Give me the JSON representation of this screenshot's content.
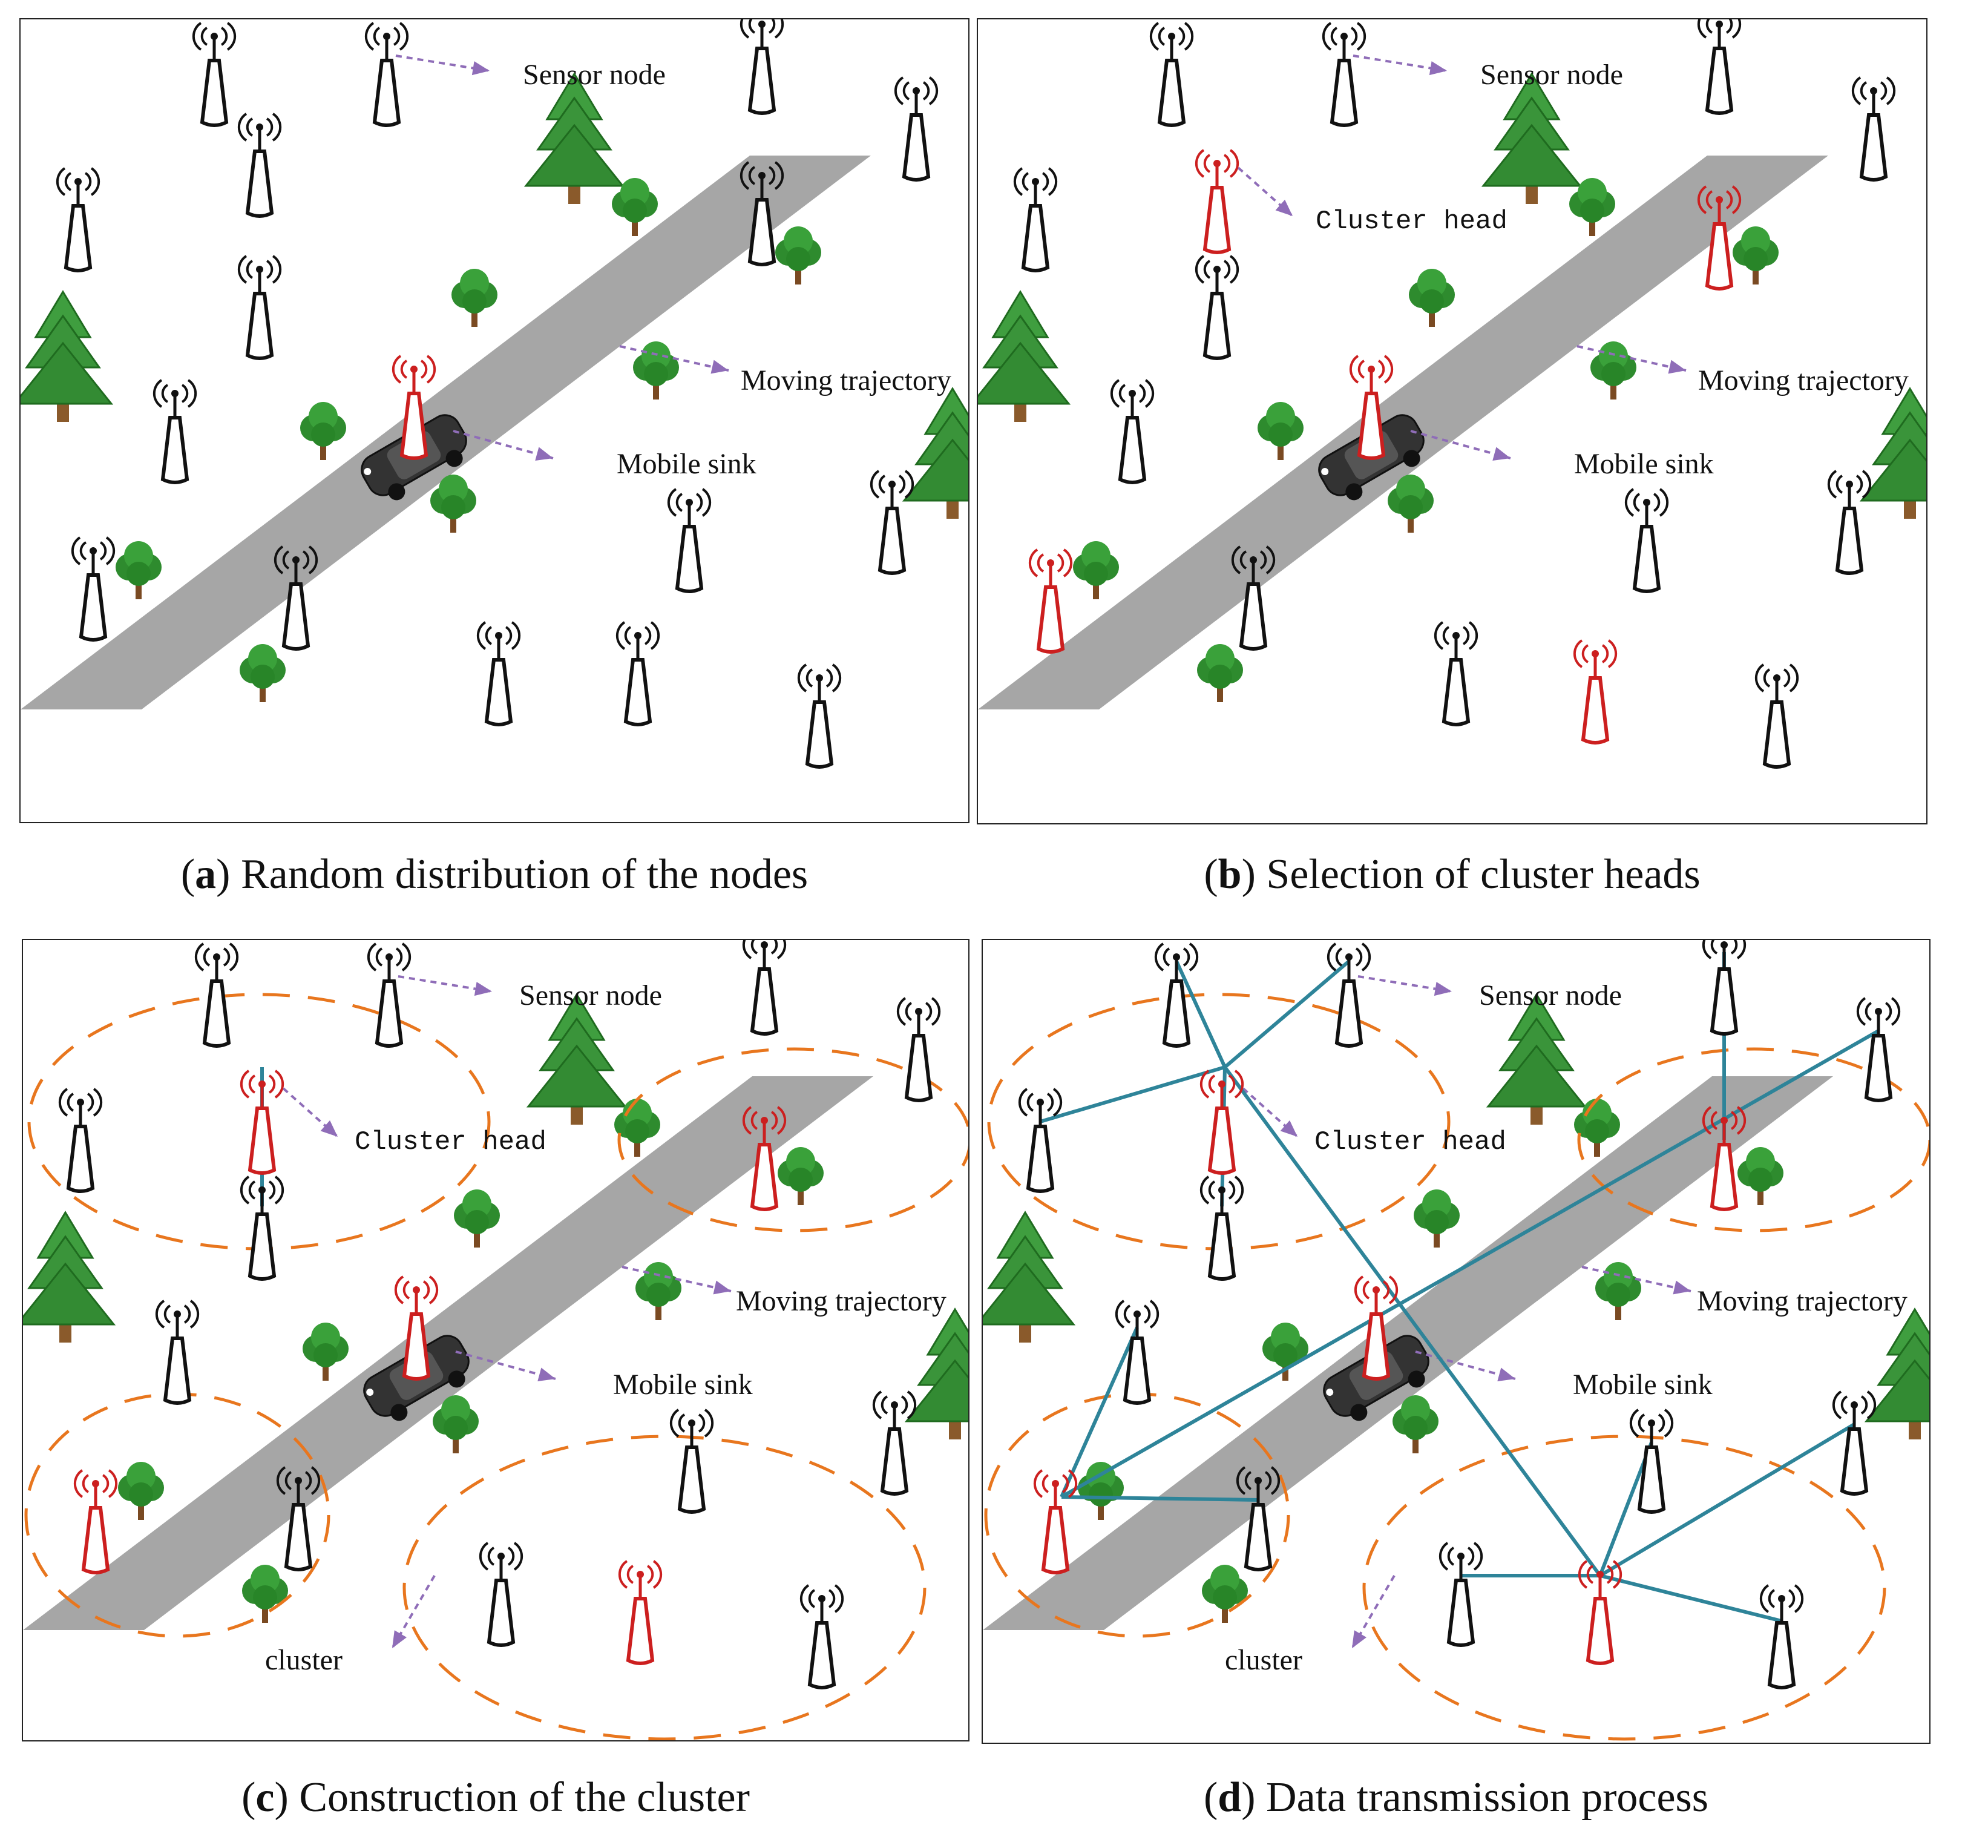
{
  "colors": {
    "road": "#a6a6a6",
    "sensor_node": "#111111",
    "cluster_head": "#cc1f1f",
    "arrow": "#8f6db8",
    "cluster_boundary": "#e8761e",
    "transmission_link": "#2e8499",
    "tree_green": "#2e8b2e",
    "car": "#333333"
  },
  "labels": {
    "sensor_node": "Sensor node",
    "cluster_head": "Cluster head",
    "moving_trajectory": "Moving trajectory",
    "mobile_sink": "Mobile sink",
    "cluster": "cluster"
  },
  "panels": [
    {
      "letter": "a",
      "caption": "Random distribution of the nodes"
    },
    {
      "letter": "b",
      "caption": "Selection of cluster heads"
    },
    {
      "letter": "c",
      "caption": "Construction of the cluster"
    },
    {
      "letter": "d",
      "caption": "Data transmission process"
    }
  ],
  "icons": {
    "sensor_node": "antenna-tower-icon",
    "cluster_head": "antenna-tower-icon",
    "mobile_sink": "car-icon",
    "pine_tree": "pine-tree-icon",
    "round_tree": "round-tree-icon"
  }
}
